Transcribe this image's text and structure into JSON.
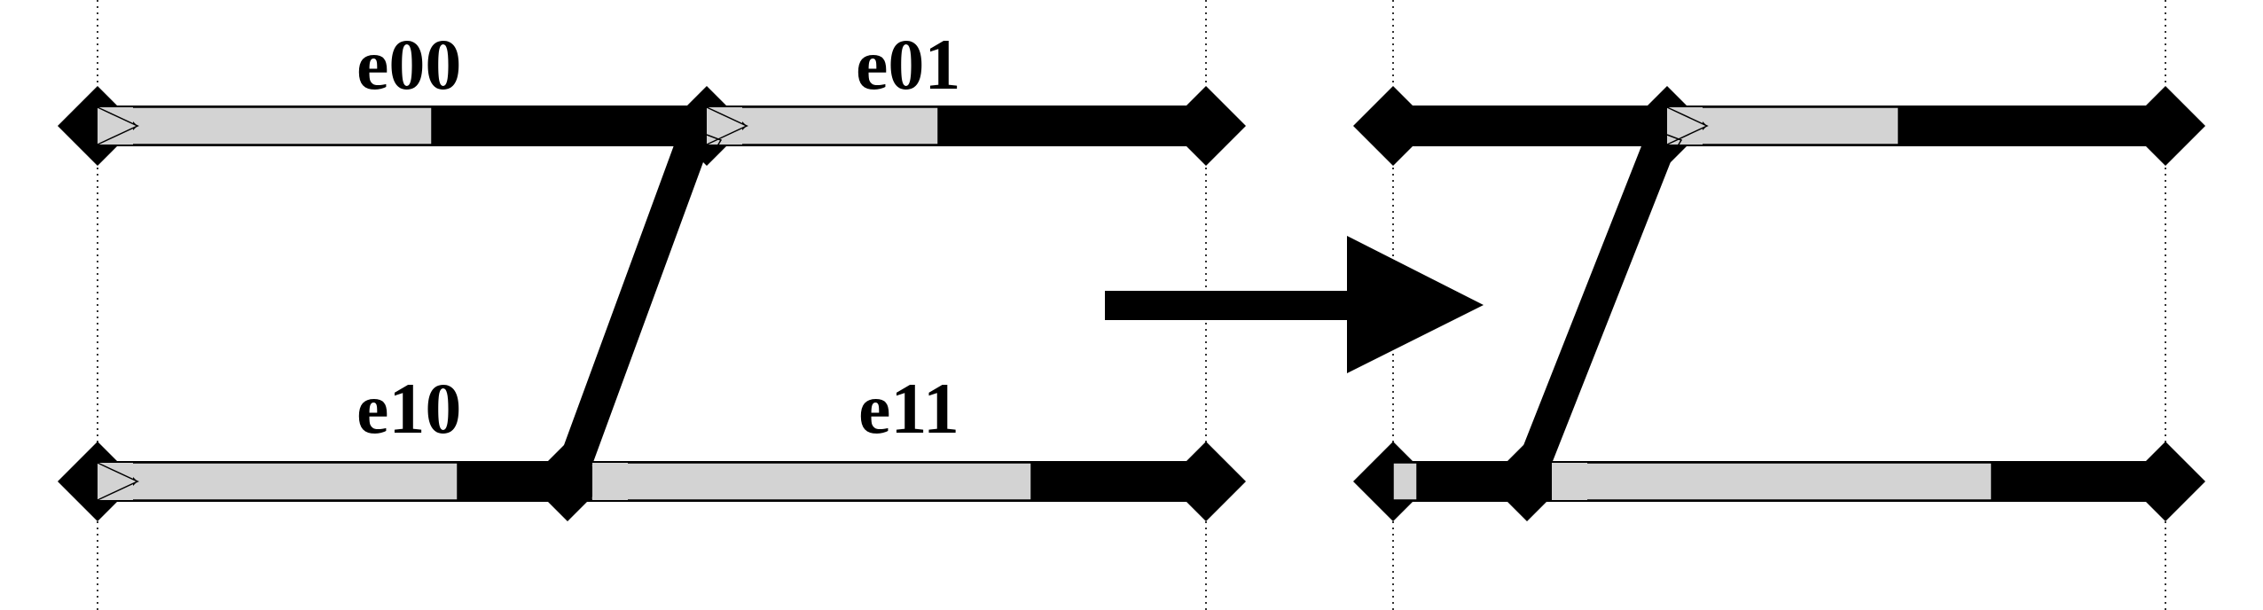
{
  "colors": {
    "ink": "#000000",
    "span": "#d3d3d3",
    "background": "#ffffff"
  },
  "labels": {
    "e00": "e00",
    "e01": "e01",
    "e10": "e10",
    "e11": "e11"
  },
  "icons": {
    "transition": "right-arrow-icon",
    "node": "diamond-icon",
    "start_marker": "chevron-right-icon"
  }
}
